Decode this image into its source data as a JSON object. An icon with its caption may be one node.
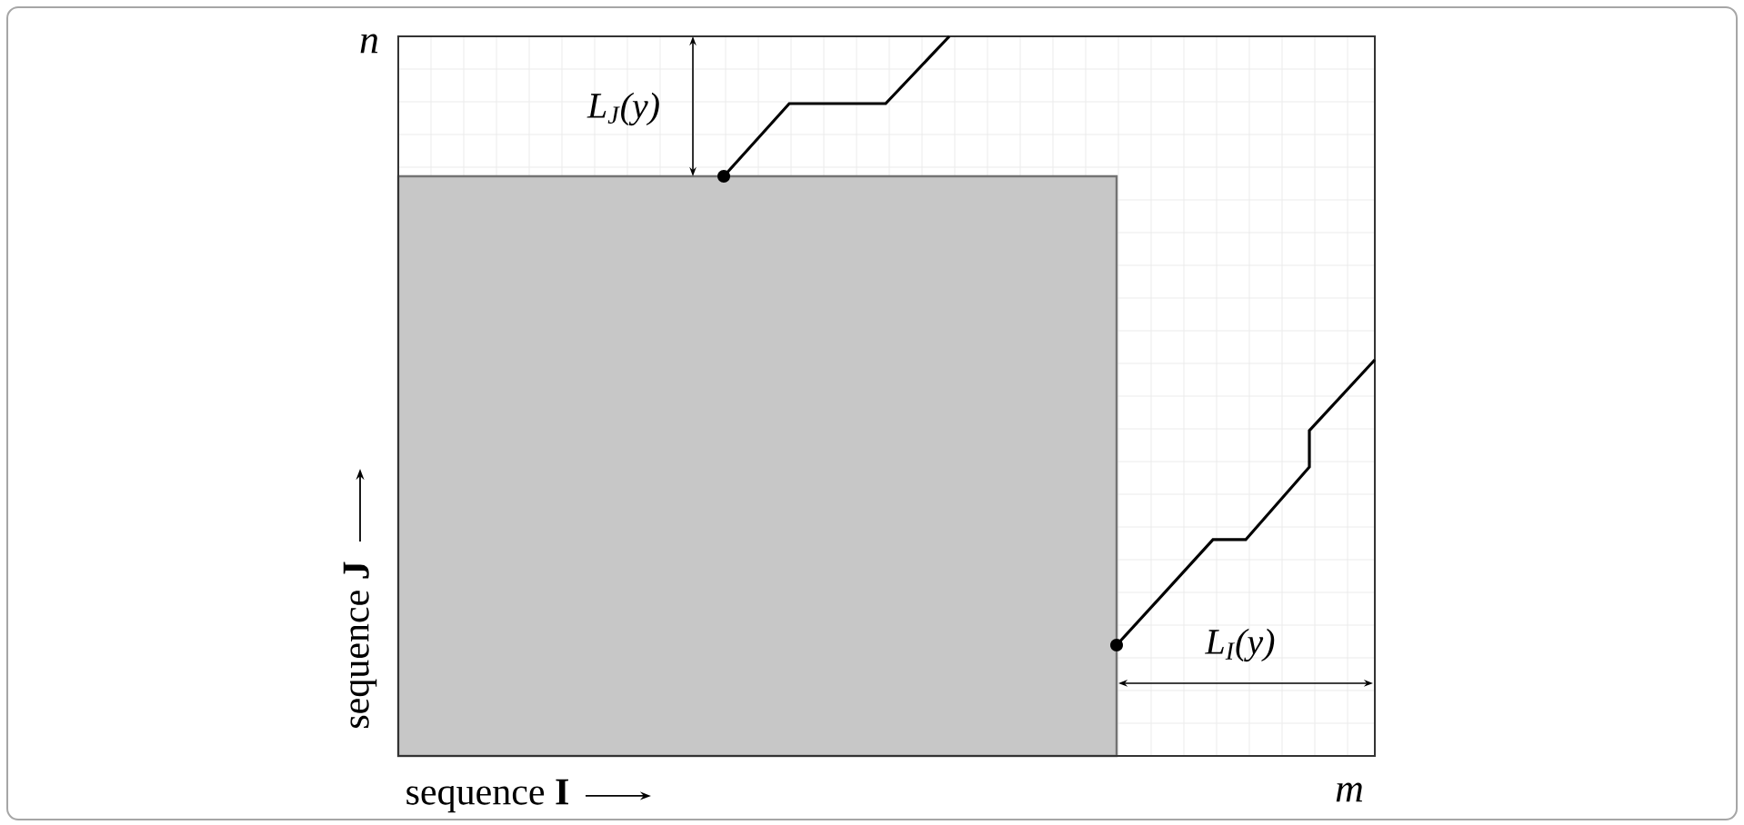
{
  "diagram": {
    "nodes": [
      {
        "text": [],
        "shape": "box"
      }
    ],
    "labels": [
      "n",
      "L$_{J}$(y)",
      "L$_{I}$(y)",
      "sequence **J**",
      "sequence **I**",
      "m"
    ]
  }
}
